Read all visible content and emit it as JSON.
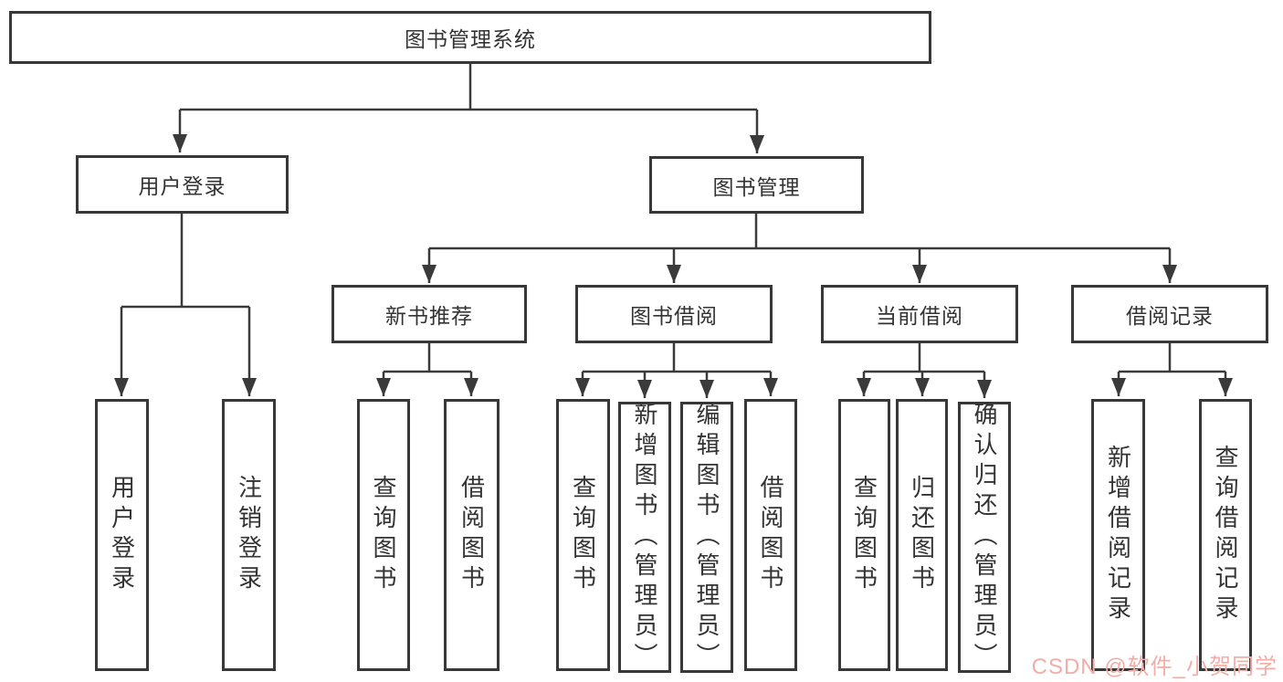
{
  "diagram": {
    "root": {
      "label": "图书管理系统"
    },
    "level2": [
      {
        "label": "用户登录"
      },
      {
        "label": "图书管理"
      }
    ],
    "level3": [
      {
        "label": "新书推荐"
      },
      {
        "label": "图书借阅"
      },
      {
        "label": "当前借阅"
      },
      {
        "label": "借阅记录"
      }
    ],
    "leaves": {
      "user_login": [
        "用户登录",
        "注销登录"
      ],
      "new_book": [
        "查询图书",
        "借阅图书"
      ],
      "book_borrow": [
        "查询图书",
        "新增图书（管理员）",
        "编辑图书（管理员）",
        "借阅图书"
      ],
      "current_borrow": [
        "查询图书",
        "归还图书",
        "确认归还（管理员）"
      ],
      "borrow_record": [
        "新增借阅记录",
        "查询借阅记录"
      ]
    }
  },
  "watermark": {
    "text": "CSDN @软件_小贺同学",
    "color": "#F2ADA7"
  },
  "colors": {
    "line": "#3A3A3A",
    "box_border": "#383838",
    "text": "#333333",
    "background": "#FFFFFF"
  }
}
